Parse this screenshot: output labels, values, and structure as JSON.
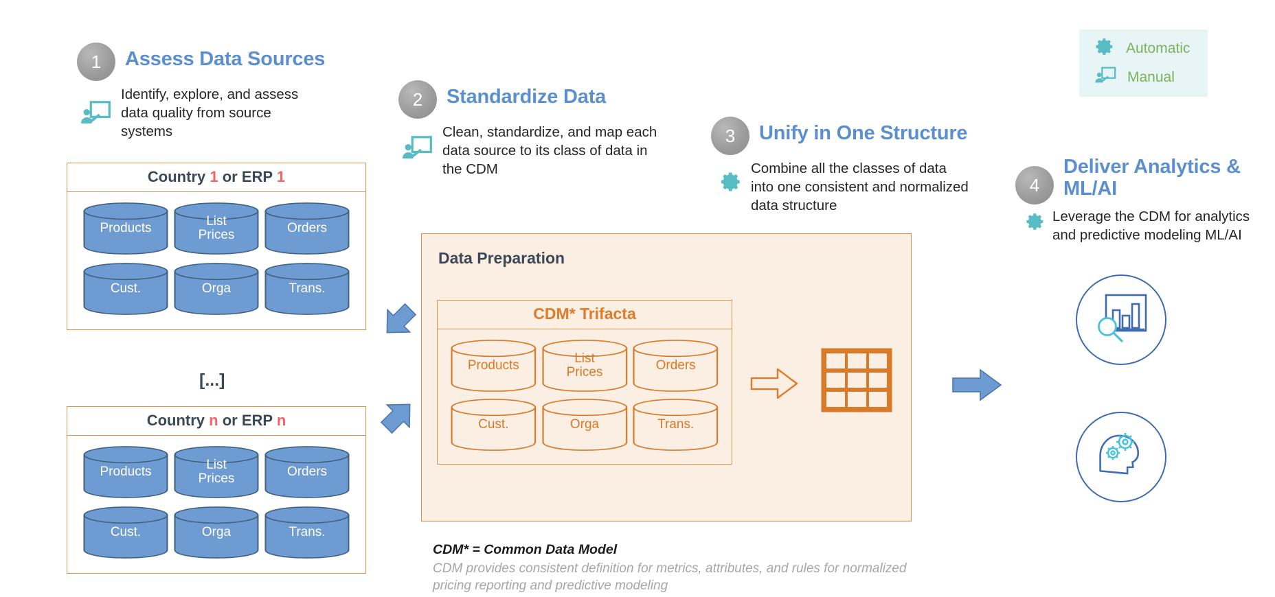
{
  "legend": {
    "rows": [
      {
        "icon": "gear-icon",
        "label": "Automatic"
      },
      {
        "icon": "presentation-person-icon",
        "label": "Manual"
      }
    ],
    "background": "#e8f5f7",
    "label_color": "#7eb05a"
  },
  "steps": [
    {
      "number": "1",
      "title": "Assess Data Sources",
      "description": "Identify, explore, and assess data quality from source systems",
      "icon": "presentation-person-icon"
    },
    {
      "number": "2",
      "title": "Standardize Data",
      "description": "Clean, standardize, and map each data source to its class of data in the CDM",
      "icon": "presentation-person-icon"
    },
    {
      "number": "3",
      "title": "Unify in One Structure",
      "description": "Combine all the classes of data into one consistent and normalized data structure",
      "icon": "gear-icon"
    },
    {
      "number": "4",
      "title": "Deliver Analytics & ML/AI",
      "description": "Leverage the CDM for analytics and predictive modeling ML/AI",
      "icon": "gear-icon"
    }
  ],
  "sources": [
    {
      "title_prefix": "Country ",
      "title_index": "1",
      "title_middle": " or ERP ",
      "title_index2": "1",
      "cylinders": [
        "Products",
        "List\nPrices",
        "Orders",
        "Cust.",
        "Orga",
        "Trans."
      ]
    },
    {
      "title_prefix": "Country ",
      "title_index": "n",
      "title_middle": " or ERP ",
      "title_index2": "n",
      "cylinders": [
        "Products",
        "List\nPrices",
        "Orders",
        "Cust.",
        "Orga",
        "Trans."
      ]
    }
  ],
  "ellipsis": "[...]",
  "preparation": {
    "title": "Data Preparation",
    "cdm_title": "CDM* Trifacta",
    "cylinders": [
      "Products",
      "List\nPrices",
      "Orders",
      "Cust.",
      "Orga",
      "Trans."
    ],
    "arrow": "hollow-right-arrow-icon",
    "table": "table-grid-icon"
  },
  "footnote": {
    "title": "CDM* = Common Data Model",
    "body": "CDM provides consistent definition for metrics, attributes, and rules for normalized pricing reporting and predictive modeling"
  },
  "outputs": [
    {
      "icon": "analytics-chart-icon"
    },
    {
      "icon": "ml-ai-head-icon"
    }
  ],
  "colors": {
    "step_title": "#5b8fce",
    "accent_orange": "#e0924a",
    "cdm_orange": "#e07b2a",
    "cylinder_blue": "#6e9bd1",
    "teal_icon": "#57bcc4",
    "arrow_blue": "#6e9bd1",
    "red_index": "#f4636a",
    "panel_bg": "#fbeee2"
  }
}
